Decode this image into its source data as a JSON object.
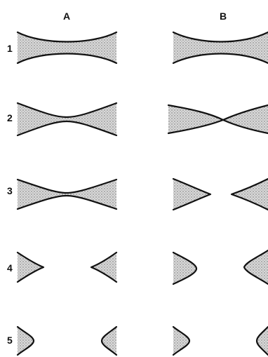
{
  "columns": [
    {
      "id": "A",
      "label": "A"
    },
    {
      "id": "B",
      "label": "B"
    }
  ],
  "rows": [
    {
      "label": "1"
    },
    {
      "label": "2"
    },
    {
      "label": "3"
    },
    {
      "label": "4"
    },
    {
      "label": "5"
    }
  ],
  "colors": {
    "ink": "#111111",
    "shading": "#8a8a8a",
    "background": "#ffffff"
  }
}
